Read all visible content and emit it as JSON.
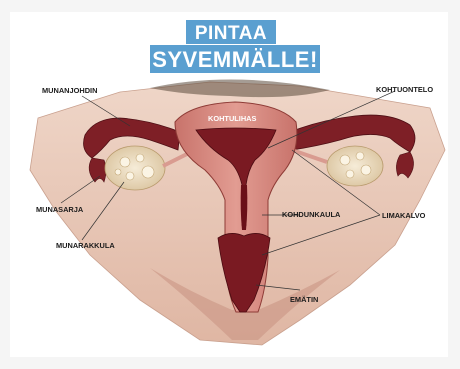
{
  "banner": {
    "line1": "PINTAA",
    "line2": "SYVEMMÄLLE!"
  },
  "labels": {
    "munanjohdin": "MUNANJOHDIN",
    "kohtuontelo": "KOHTUONTELO",
    "kohtulihas": "KOHTULIHAS",
    "munasarja": "MUNASARJA",
    "munarakkula": "MUNARAKKULA",
    "kohdunkaula": "KOHDUNKAULA",
    "limakalvo": "LIMAKALVO",
    "ematin": "EMÄTIN"
  },
  "colors": {
    "banner": "#5a9fd0",
    "skin": "#e8c8b8",
    "muscle": "#d4857c",
    "lining": "#7a1a22",
    "tube": "#7e1f26",
    "ovary": "#efe2c8"
  }
}
